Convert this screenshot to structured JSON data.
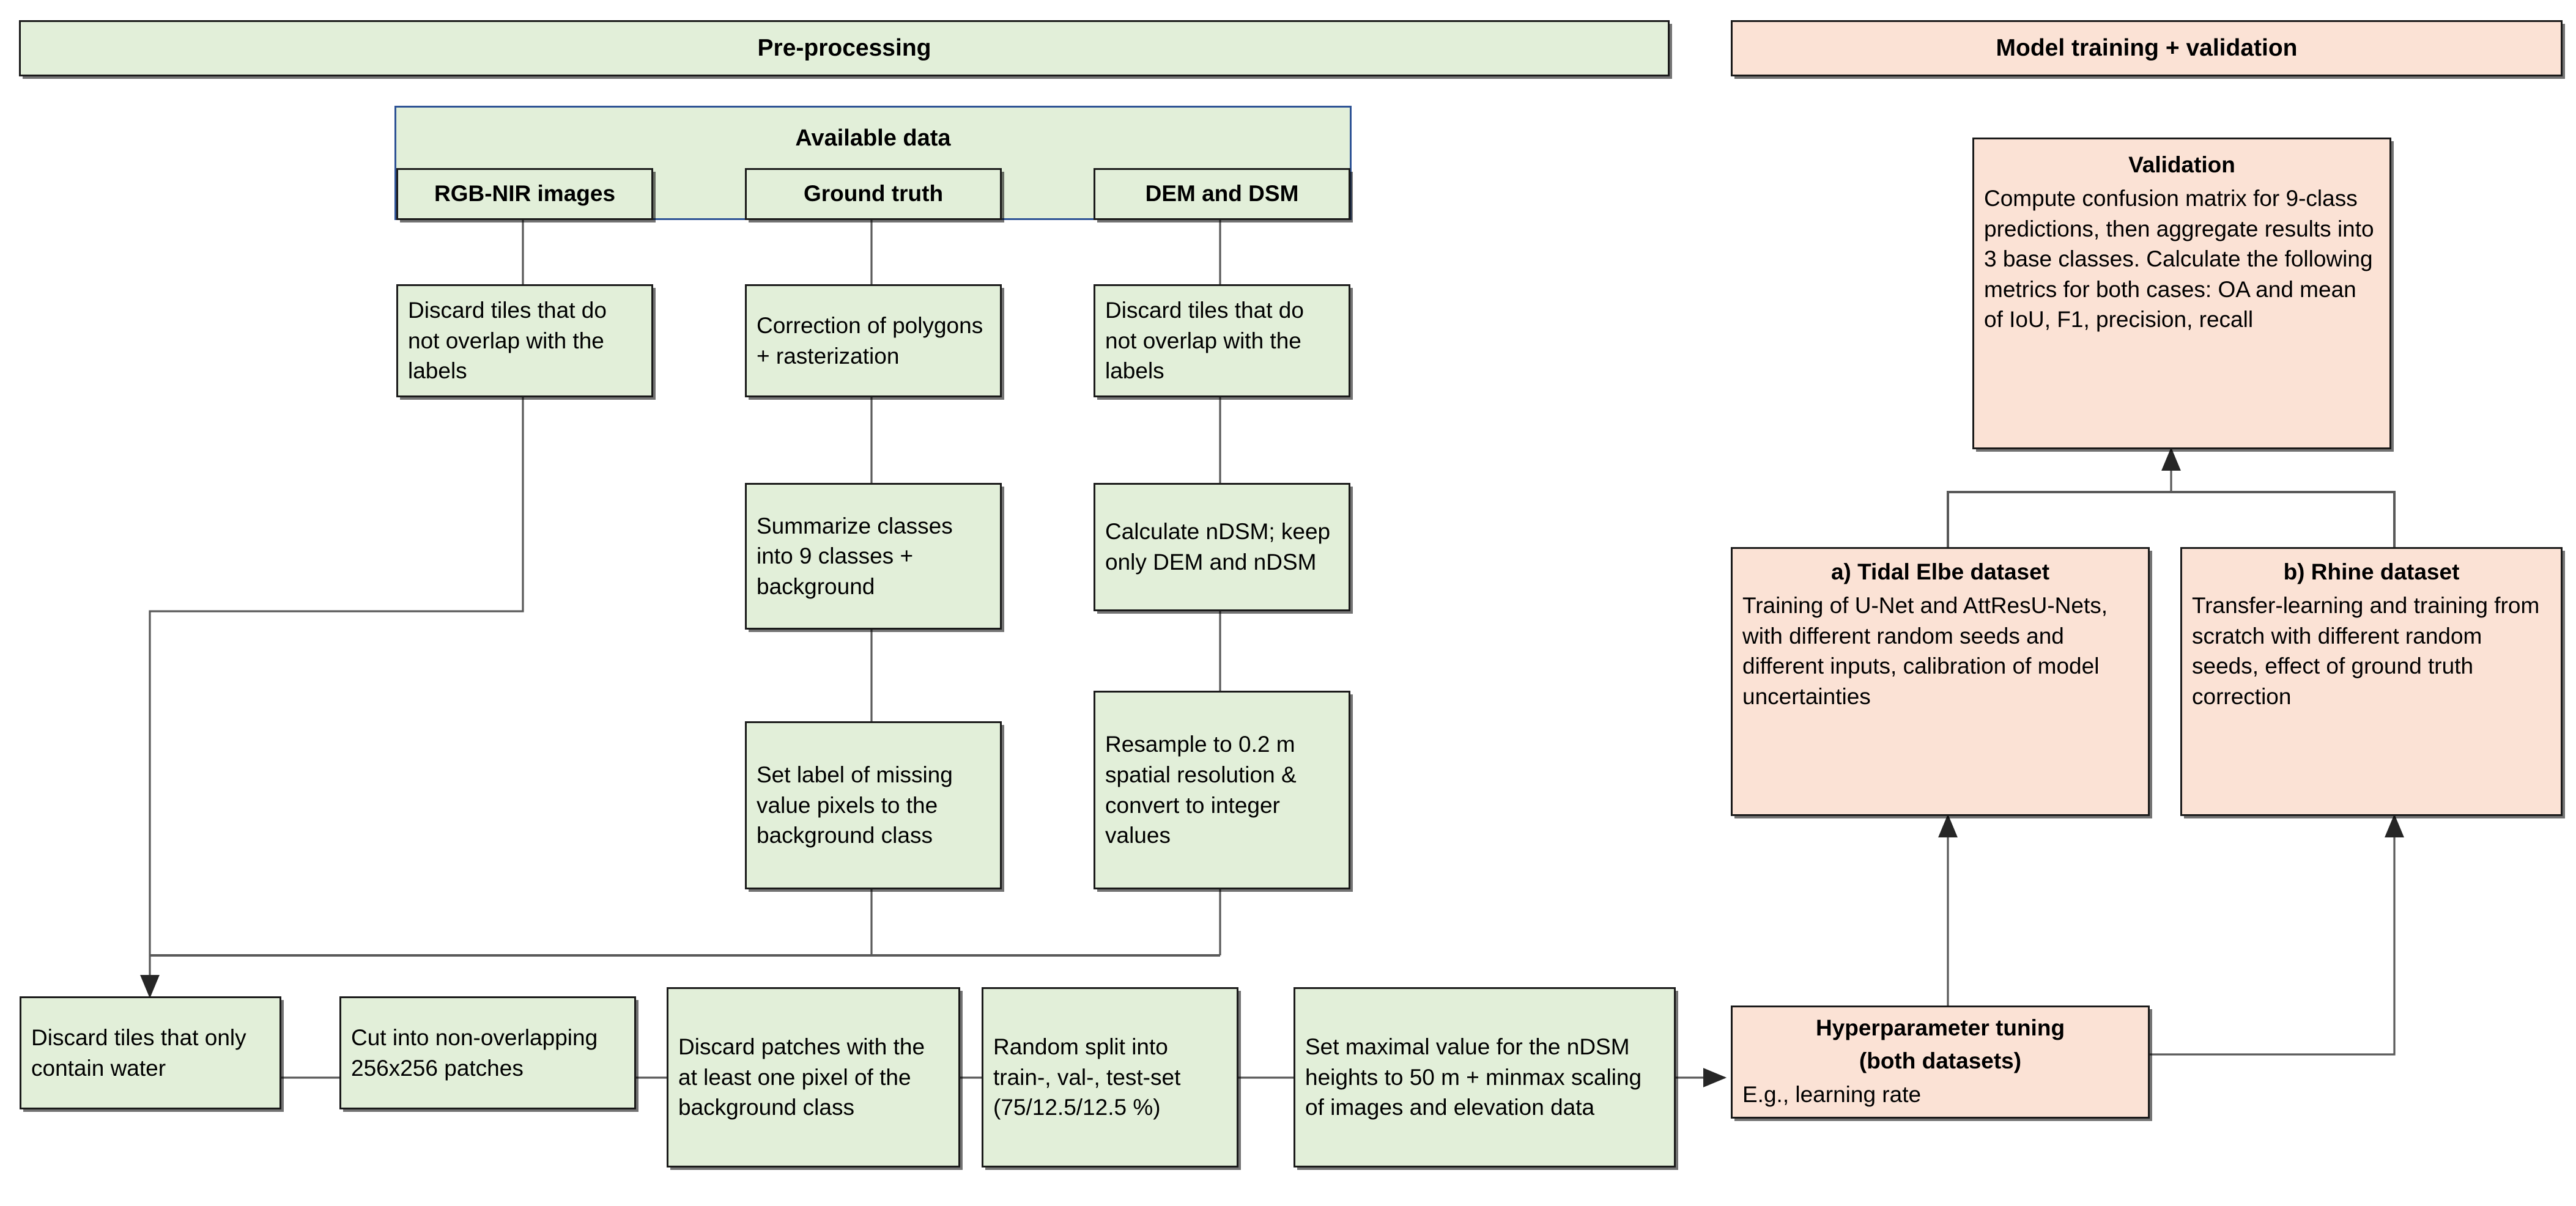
{
  "colors": {
    "green_fill": "#e2efd9",
    "orange_fill": "#fbe2d5",
    "border": "#1a1a1a",
    "container_border": "#2e5395",
    "wire": "#595959",
    "background": "#ffffff"
  },
  "banners": {
    "preprocessing": "Pre-processing",
    "model_training": "Model training + validation"
  },
  "available_data": {
    "title": "Available data",
    "sources": [
      {
        "label": "RGB-NIR images"
      },
      {
        "label": "Ground truth"
      },
      {
        "label": "DEM and DSM"
      }
    ]
  },
  "preprocessing_steps": {
    "rgb_discard": "Discard tiles that do not overlap with the labels",
    "gt_correction": "Correction of polygons + rasterization",
    "dem_discard": "Discard tiles that do not overlap with the labels",
    "gt_summarize": "Summarize classes into 9 classes + background",
    "dem_ndsm": "Calculate nDSM; keep only DEM and nDSM",
    "gt_setlabel": "Set label of missing value pixels to the background class",
    "dem_resample": "Resample to 0.2 m spatial resolution & convert to integer values"
  },
  "bottom_row": [
    {
      "label": "Discard tiles that only contain water"
    },
    {
      "label": "Cut into non-overlapping 256x256 patches"
    },
    {
      "label": "Discard patches with the at least one pixel of the background class"
    },
    {
      "label": "Random split into train-, val-, test-set (75/12.5/12.5 %)"
    },
    {
      "label": "Set maximal value for the nDSM heights to 50 m + minmax scaling of images and elevation data"
    }
  ],
  "training": {
    "validation": {
      "title": "Validation",
      "body": "Compute confusion matrix for 9-class predictions, then aggregate results into 3 base classes. Calculate the following metrics for both cases: OA and mean of IoU, F1, precision, recall"
    },
    "dataset_a": {
      "title": "a) Tidal Elbe dataset",
      "body": "Training of U-Net and AttResU-Nets, with different random seeds and different inputs, calibration of model uncertainties"
    },
    "dataset_b": {
      "title": "b) Rhine dataset",
      "body": "Transfer-learning and training from scratch with different random seeds, effect of ground truth correction"
    },
    "hyperparameter": {
      "title_line1": "Hyperparameter tuning",
      "title_line2": "(both datasets)",
      "body": "E.g., learning rate"
    }
  }
}
